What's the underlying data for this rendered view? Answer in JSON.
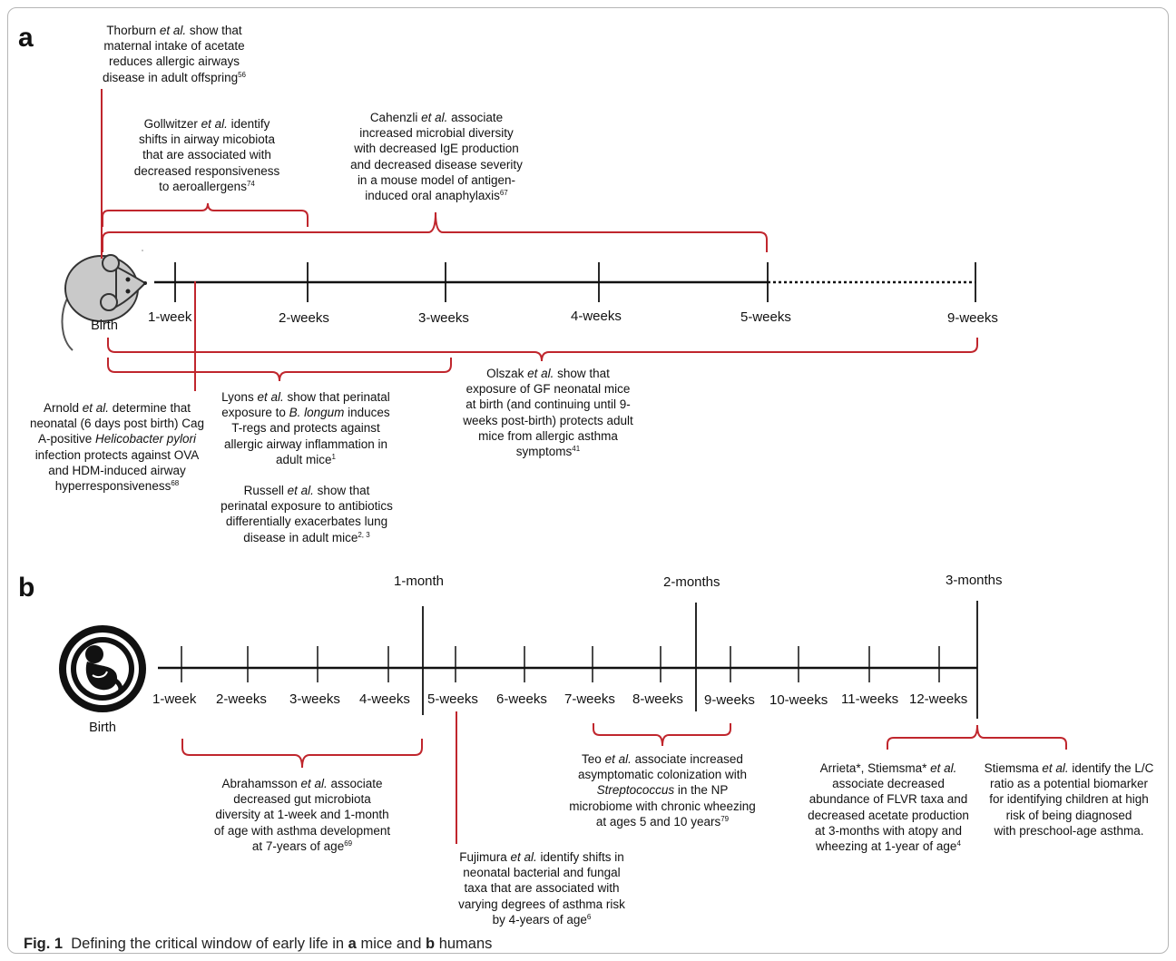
{
  "panel_a": {
    "letter": "a",
    "birth_label": "Birth",
    "ticks": [
      "1-week",
      "2-weeks",
      "3-weeks",
      "4-weeks",
      "5-weeks",
      "9-weeks"
    ],
    "notes": {
      "thorburn": "<span>Thorburn <i>et al.</i> show that</span><br><span>maternal intake of acetate</span><br><span>reduces allergic airways</span><br><span>disease in adult offspring<sup>56</sup></span>",
      "gollwitzer": "<span>Gollwitzer <i>et al.</i> identify</span><br><span>shifts in airway micobiota</span><br><span>that are associated with</span><br><span>decreased responsiveness</span><br><span>to aeroallergens<sup>74</sup></span>",
      "cahenzli": "<span>Cahenzli <i>et al.</i> associate</span><br><span>increased microbial diversity</span><br><span>with decreased IgE production</span><br><span>and decreased disease severity</span><br><span>in a mouse model of antigen-</span><br><span>induced oral anaphylaxis<sup>67</sup></span>",
      "arnold": "<span>Arnold <i>et al.</i> determine that</span><br><span>neonatal (6 days post birth) Cag</span><br><span>A-positive <i>Helicobacter pylori</i></span><br><span>infection protects against OVA</span><br><span>and HDM-induced airway</span><br><span>hyperresponsiveness<sup>68</sup></span>",
      "lyons": "<span>Lyons <i>et al.</i> show that perinatal</span><br><span>exposure to <i>B. longum</i> induces</span><br><span>T-regs and protects against</span><br><span>allergic airway inflammation in</span><br><span>adult mice<sup>1</sup></span>",
      "russell": "<span>Russell <i>et al.</i> show that</span><br><span>perinatal exposure to antibiotics</span><br><span>differentially exacerbates lung</span><br><span>disease in adult mice<sup>2, 3</sup></span>",
      "olszak": "<span>Olszak <i>et al.</i> show that</span><br><span>exposure of GF neonatal mice</span><br><span>at birth (and continuing until 9-</span><br><span>weeks post-birth) protects adult</span><br><span>mice from allergic asthma</span><br><span>symptoms<sup>41</sup></span>"
    }
  },
  "panel_b": {
    "letter": "b",
    "birth_label": "Birth",
    "month_labels": [
      "1-month",
      "2-months",
      "3-months"
    ],
    "ticks": [
      "1-week",
      "2-weeks",
      "3-weeks",
      "4-weeks",
      "5-weeks",
      "6-weeks",
      "7-weeks",
      "8-weeks",
      "9-weeks",
      "10-weeks",
      "11-weeks",
      "12-weeks"
    ],
    "notes": {
      "abrahamsson": "<span>Abrahamsson <i>et al.</i> associate</span><br><span>decreased gut microbiota</span><br><span>diversity at 1-week and 1-month</span><br><span>of age with asthma development</span><br><span>at 7-years of age<sup>69</sup></span>",
      "fujimura": "<span>Fujimura <i>et al.</i> identify shifts in</span><br><span>neonatal bacterial and fungal</span><br><span>taxa that are associated with</span><br><span>varying degrees of asthma risk</span><br><span>by 4-years of age<sup>6</sup></span>",
      "teo": "<span>Teo <i>et al.</i> associate increased</span><br><span>asymptomatic colonization with</span><br><span><i>Streptococcus</i> in the NP</span><br><span>microbiome with chronic wheezing</span><br><span>at ages 5 and 10 years<sup>79</sup></span>",
      "arrieta": "<span>Arrieta*, Stiemsma* <i>et al.</i></span><br><span>associate decreased</span><br><span>abundance of FLVR taxa and</span><br><span>decreased acetate production</span><br><span>at 3-months with atopy and</span><br><span>wheezing at 1-year of age<sup>4</sup></span>",
      "stiemsma": "<span>Stiemsma <i>et al.</i> identify the L/C</span><br><span>ratio as a potential biomarker</span><br><span>for identifying children at high</span><br><span>risk of being diagnosed</span><br><span>with preschool-age asthma.</span>"
    }
  },
  "caption": {
    "prefix": "Fig. 1",
    "text": "Defining the critical window of early life in",
    "a": "a",
    "mid": "mice and",
    "b": "b",
    "end": "humans"
  },
  "colors": {
    "bracket": "#c0262d",
    "axis": "#111111",
    "mouse_fill": "#c9c9c9"
  }
}
